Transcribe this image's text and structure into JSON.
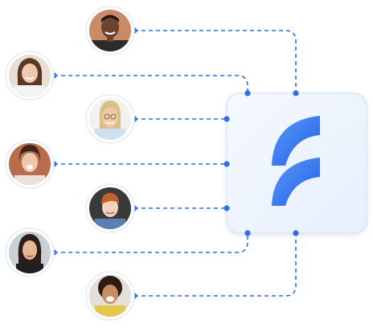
{
  "diagram": {
    "accent_color": "#2f6df0",
    "connector_style": "dashed",
    "hub": {
      "icon": "brand-logo-icon",
      "background": "#eef4fd"
    },
    "avatars": [
      {
        "id": "avatar-1",
        "icon": "person-photo-icon",
        "description_colors": {
          "bg": "#c98a68",
          "skin": "#6b4430",
          "hair": "#1c1410",
          "shirt": "#2b2b2b"
        }
      },
      {
        "id": "avatar-2",
        "icon": "person-photo-icon",
        "description_colors": {
          "bg": "#e8dfd4",
          "skin": "#f2c8ad",
          "hair": "#5a3826",
          "shirt": "#f4f4f4"
        }
      },
      {
        "id": "avatar-3",
        "icon": "person-photo-icon",
        "description_colors": {
          "bg": "#f1f1ee",
          "skin": "#f0c9a9",
          "hair": "#d8c08a",
          "shirt": "#cfe0ee"
        }
      },
      {
        "id": "avatar-4",
        "icon": "person-photo-icon",
        "description_colors": {
          "bg": "#b76d4b",
          "skin": "#f1c7a9",
          "hair": "#3a261b",
          "shirt": "#e9e2d6"
        }
      },
      {
        "id": "avatar-5",
        "icon": "person-photo-icon",
        "description_colors": {
          "bg": "#3a3a3a",
          "skin": "#f4d2bc",
          "hair": "#c35f2a",
          "shirt": "#5a7fb5"
        }
      },
      {
        "id": "avatar-6",
        "icon": "person-photo-icon",
        "description_colors": {
          "bg": "#c9d1d4",
          "skin": "#e6b896",
          "hair": "#2b1d17",
          "shirt": "#1f1f1f"
        }
      },
      {
        "id": "avatar-7",
        "icon": "person-photo-icon",
        "description_colors": {
          "bg": "#e4dfd8",
          "skin": "#c98b64",
          "hair": "#2a1c14",
          "shirt": "#e5c84a"
        }
      }
    ]
  }
}
